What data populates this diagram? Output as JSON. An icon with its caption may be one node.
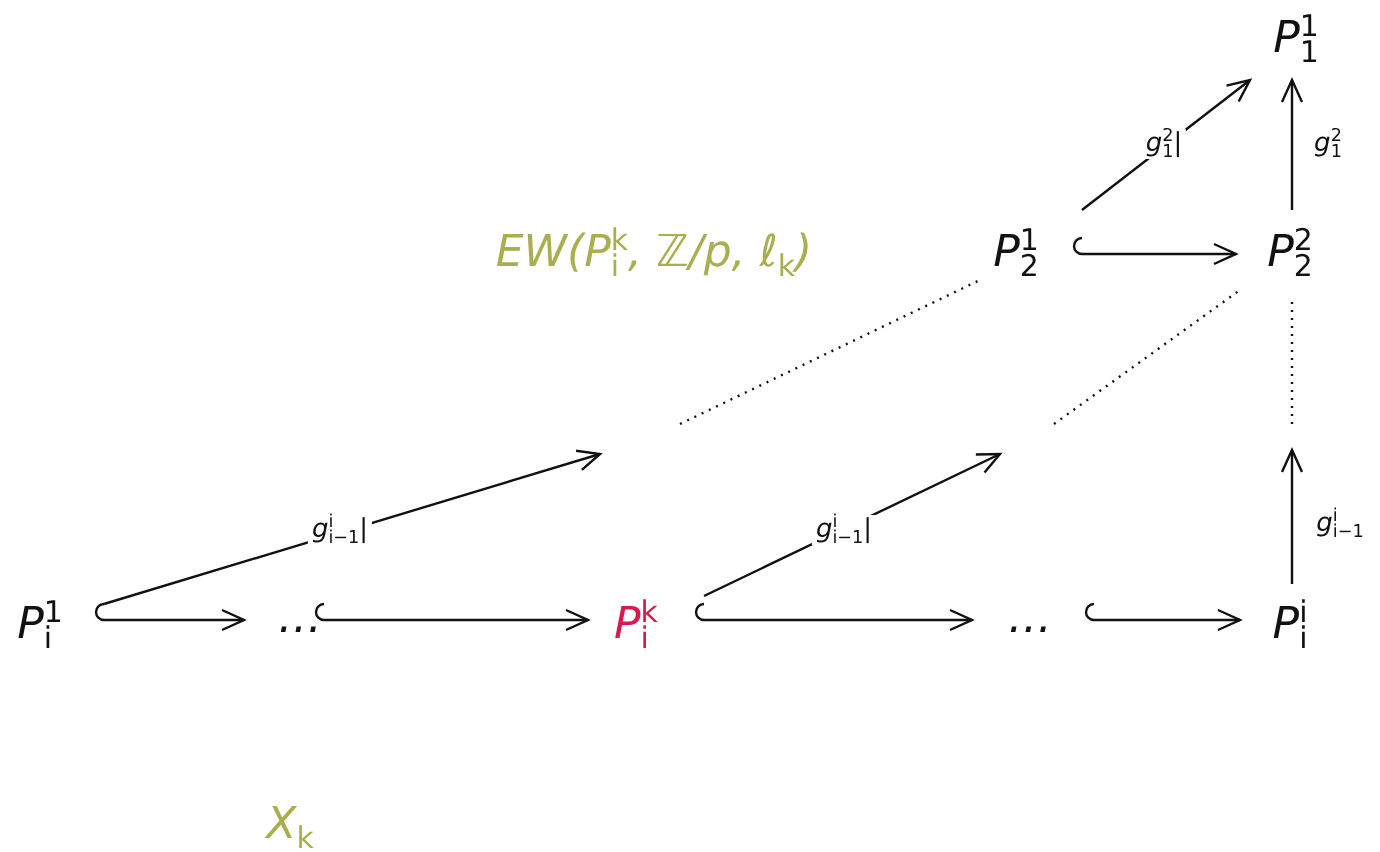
{
  "diagram": {
    "nodes": [
      {
        "text": [
          "P$_{1}$$^{1}$"
        ]
      },
      {
        "text": [
          "P$_{2}$$^{1}$"
        ]
      },
      {
        "text": [
          "P$_{2}$$^{2}$"
        ]
      },
      {
        "text": [
          "P$_{i}$$^{1}$"
        ]
      },
      {
        "text": [
          "…"
        ]
      },
      {
        "text": [
          "P$_{i}$$^{k}$"
        ]
      },
      {
        "text": [
          "…"
        ]
      },
      {
        "text": [
          "P$_{i}$$^{i}$"
        ]
      }
    ],
    "edges": [
      {
        "from": 1,
        "to": 0,
        "arrow": "to",
        "label": "g$_{1}$$^{2}$|"
      },
      {
        "from": 2,
        "to": 0,
        "arrow": "to",
        "label": "g$_{1}$$^{2}$"
      },
      {
        "from": 1,
        "to": 2,
        "arrow": "to"
      },
      {
        "from": 3,
        "to": 4,
        "arrow": "to"
      },
      {
        "from": 4,
        "to": 5,
        "arrow": "to"
      },
      {
        "from": 5,
        "to": 6,
        "arrow": "to"
      },
      {
        "from": 6,
        "to": 7,
        "arrow": "to"
      },
      {
        "from": 3,
        "to": null,
        "arrow": "to",
        "label": "g$_{i−1}$$^{i}$|"
      },
      {
        "from": null,
        "to": 1,
        "arrow": "none",
        "style": "dashed"
      },
      {
        "from": 5,
        "to": null,
        "arrow": "to",
        "label": "g$_{i−1}$$^{i}$|"
      },
      {
        "from": null,
        "to": 2,
        "arrow": "none",
        "style": "dashed"
      },
      {
        "from": 7,
        "to": null,
        "arrow": "to",
        "label": "g$_{i−1}$$^{i}$"
      },
      {
        "from": null,
        "to": 2,
        "arrow": "none",
        "style": "dashed"
      }
    ],
    "labels": [
      "EW(P$_{i}$$^{k}$, ℤ/p, ℓ$_{k}$)",
      "X$_{k}$"
    ]
  }
}
